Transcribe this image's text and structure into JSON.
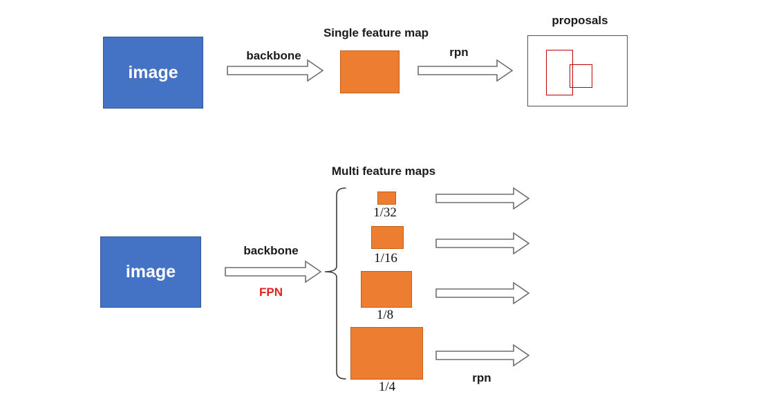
{
  "colors": {
    "blue_fill": "#4472C4",
    "blue_border": "#2F5597",
    "orange_fill": "#ED7D31",
    "orange_border": "#C55A11",
    "proposals_border": "#44546A",
    "proposal_red": "#C00000",
    "fpn_red": "#E02020",
    "arrow_stroke": "#6e6e6e"
  },
  "top": {
    "image_label": "image",
    "backbone_label": "backbone",
    "feature_map_title": "Single feature map",
    "rpn_label": "rpn",
    "proposals_title": "proposals"
  },
  "bottom": {
    "image_label": "image",
    "backbone_label": "backbone",
    "fpn_label": "FPN",
    "title": "Multi feature maps",
    "scales": [
      {
        "label": "1/32"
      },
      {
        "label": "1/16"
      },
      {
        "label": "1/8"
      },
      {
        "label": "1/4"
      }
    ],
    "rpn_label": "rpn"
  }
}
